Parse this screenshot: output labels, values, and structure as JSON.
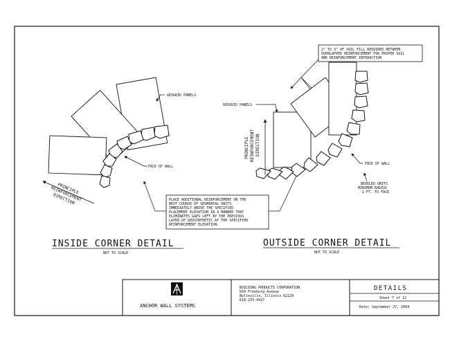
{
  "inside": {
    "geogrid_label": "GEOGRID PANELS",
    "face_label": "FACE OF WALL",
    "direction_lines": [
      "PRINCIPLE",
      "REINFORCEMENT",
      "DIRECTION"
    ],
    "title": "INSIDE CORNER DETAIL",
    "scale": "NOT TO SCALE"
  },
  "outside": {
    "soil_note_lines": [
      "2\" TO 3\" OF SOIL FILL REQUIRED BETWEEN",
      "OVERLAPPED REINFORCEMENT FOR PROPER SOIL",
      "AND REINFORCEMENT INTERACTION"
    ],
    "geogrid_label": "GEOGRID PANELS",
    "direction_lines": [
      "PRINCIPLE",
      "REINFORCEMENT",
      "DIRECTION"
    ],
    "face_label": "FACE OF WALL",
    "beveled_lines": [
      "BEVELED UNITS",
      "MINIMUM RADIUS",
      "2 FT. TO FACE"
    ],
    "title": "OUTSIDE CORNER DETAIL",
    "scale": "NOT TO SCALE"
  },
  "note_lines": [
    "PLACE ADDITIONAL REINFORCEMENT ON THE",
    "NEXT COURSE OF SEGMENTAL UNITS",
    "IMMEDIATELY ABOVE THE SPECIFIED",
    "PLACEMENT ELEVATION IN A MANNER THAT",
    "ELIMINATES GAPS LEFT BY THE PREVIOUS",
    "LAYER OF GEOSYNTHETIC AT THE SPECIFIED",
    "REINFORCEMENT ELEVATION."
  ],
  "title_block": {
    "company": "ANCHOR WALL SYSTEMS",
    "address_lines": [
      "BUILDING PRODUCTS CORPORATION",
      "950 Freeburg Avenue",
      "Belleville, Illinois 62220",
      "618-233-4427"
    ],
    "sheet_title": "DETAILS",
    "sheet_number": "Sheet 7 of 12",
    "date": "Date: September 27, 2004"
  }
}
